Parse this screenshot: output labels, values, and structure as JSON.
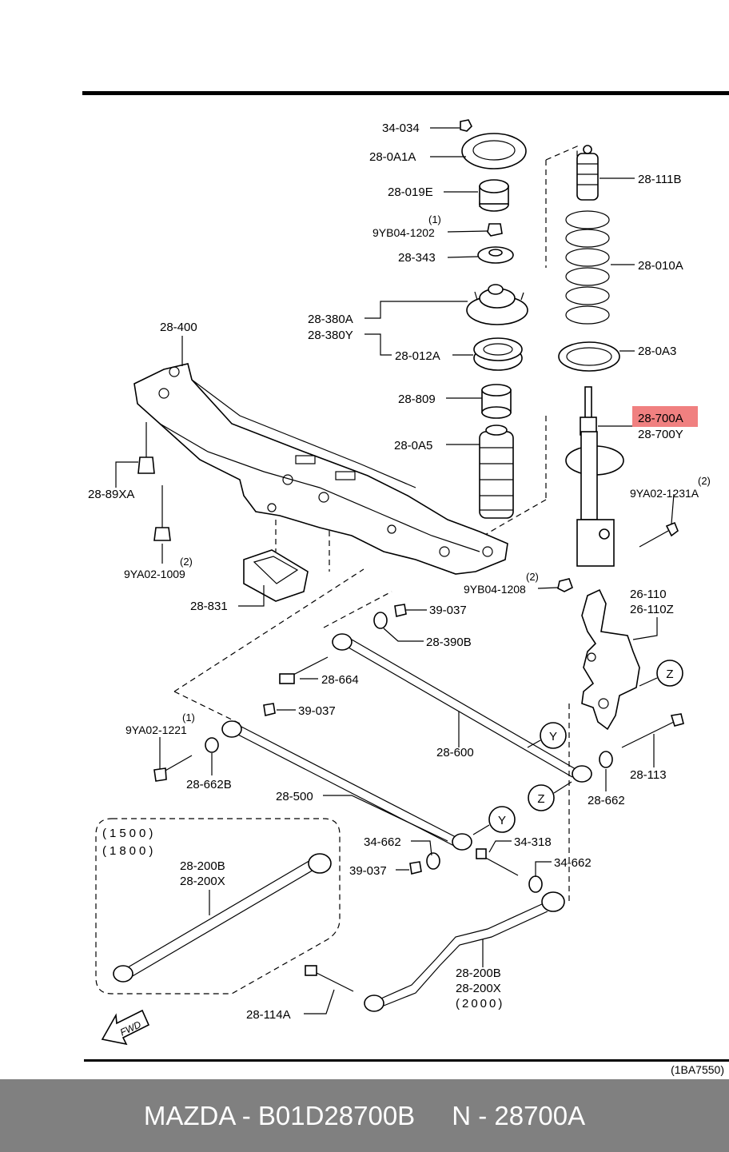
{
  "diagram": {
    "catalog_code": "(1BA7550)",
    "fwd_label": "FWD",
    "labels": {
      "l34034": "34-034",
      "l280A1A": "28-0A1A",
      "l28019E": "28-019E",
      "l9YB041202": "9YB04-1202",
      "n9YB041202": "(1)",
      "l28343": "28-343",
      "l28380A": "28-380A",
      "l28380Y": "28-380Y",
      "l28012A": "28-012A",
      "l28809": "28-809",
      "l280A5": "28-0A5",
      "l28111B": "28-111B",
      "l28010A": "28-010A",
      "l280A3": "28-0A3",
      "l28700A": "28-700A",
      "l28700Y": "28-700Y",
      "l9YA021231A": "9YA02-1231A",
      "n9YA021231A": "(2)",
      "l28400": "28-400",
      "l2889XA": "28-89XA",
      "l9YA021009": "9YA02-1009",
      "n9YA021009": "(2)",
      "l28831": "28-831",
      "l9YB041208": "9YB04-1208",
      "n9YB041208": "(2)",
      "l39037a": "39-037",
      "l28390B": "28-390B",
      "l28664": "28-664",
      "l26110": "26-110",
      "l26110Z": "26-110Z",
      "l39037b": "39-037",
      "l9YA021221": "9YA02-1221",
      "n9YA021221": "(1)",
      "l28662B": "28-662B",
      "l28600": "28-600",
      "l28113": "28-113",
      "l28662": "28-662",
      "l28500": "28-500",
      "l34662a": "34-662",
      "l34318": "34-318",
      "l34662b": "34-662",
      "l39037c": "39-037",
      "l1500": "(1500)",
      "l1800": "(1800)",
      "l28200Ba": "28-200B",
      "l28200Xa": "28-200X",
      "l28200Bb": "28-200B",
      "l28200Xb": "28-200X",
      "l2000": "(2000)",
      "l28114A": "28-114A",
      "ref_y": "Y",
      "ref_z": "Z"
    }
  },
  "footer": {
    "brand_part": "MAZDA - B01D28700B",
    "number": "N - 28700A"
  },
  "colors": {
    "highlight": "#f08080",
    "footer_bg": "#808080"
  }
}
